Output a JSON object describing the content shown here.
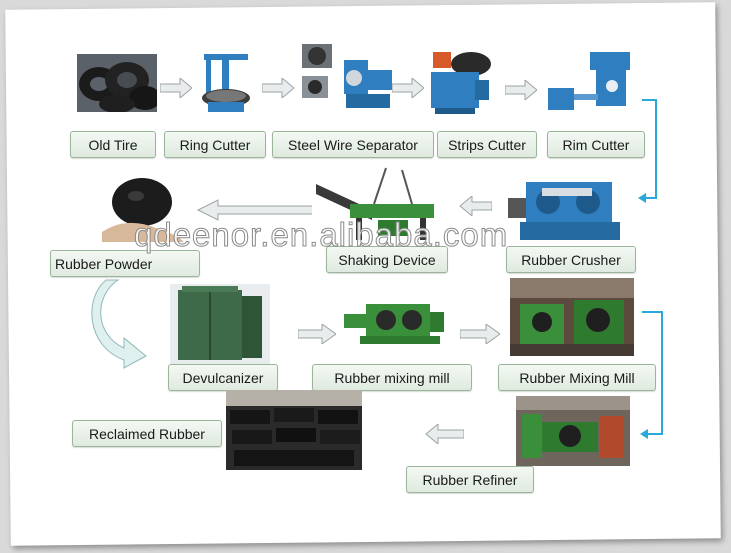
{
  "steps": {
    "old_tire": "Old Tire",
    "ring_cutter": "Ring Cutter",
    "steel_wire_separator": "Steel Wire Separator",
    "strips_cutter": "Strips Cutter",
    "rim_cutter": "Rim Cutter",
    "rubber_crusher": "Rubber Crusher",
    "shaking_device": "Shaking Device",
    "rubber_powder": "Rubber Powder",
    "devulcanizer": "Devulcanizer",
    "rubber_mixing_mill_small": "Rubber mixing mill",
    "rubber_mixing_mill_large": "Rubber Mixing Mill",
    "rubber_refiner": "Rubber Refiner",
    "reclaimed_rubber": "Reclaimed Rubber"
  },
  "watermark": "qdeenor.en.alibaba.com",
  "colors": {
    "label_border": "#9bb59b",
    "arrow_gray": "#b9c0c0",
    "connector_cyan": "#29a9d8",
    "machine_blue": "#2f7fc0",
    "machine_green": "#3a8f3a"
  },
  "icons": {
    "connector": "cyan-elbow-arrow",
    "flow": "gray-block-arrow"
  }
}
